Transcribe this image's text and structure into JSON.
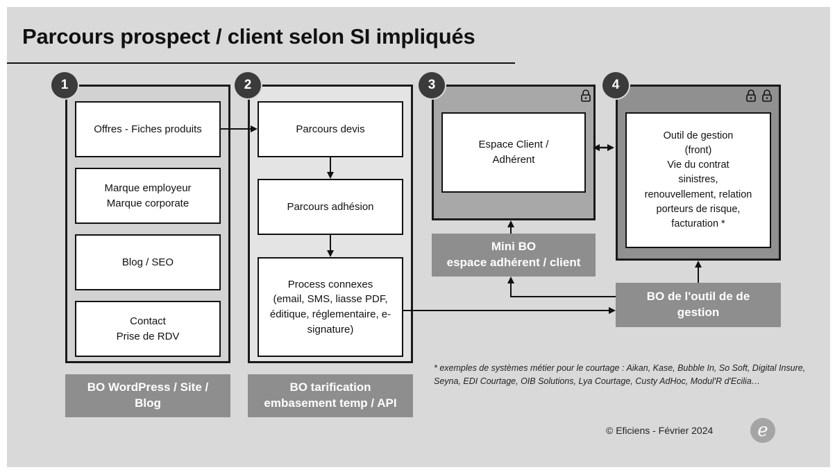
{
  "title": "Parcours prospect / client selon SI impliqués",
  "columns": [
    {
      "number": "1",
      "items": [
        "Offres - Fiches produits",
        "Marque employeur\nMarque corporate",
        "Blog / SEO",
        "Contact\nPrise de RDV"
      ],
      "bo_label": "BO WordPress / Site /\nBlog"
    },
    {
      "number": "2",
      "items": [
        "Parcours devis",
        "Parcours adhésion",
        "Process connexes\n(email, SMS, liasse PDF,\néditique, réglementaire, e-\nsignature)"
      ],
      "bo_label": "BO tarification\nembasement temp / API"
    },
    {
      "number": "3",
      "items": [
        "Espace Client /\nAdhérent"
      ],
      "bo_label": "Mini BO\nespace adhérent / client",
      "locks": 1
    },
    {
      "number": "4",
      "items": [
        "Outil de gestion\n(front)\nVie du contrat\nsinistres,\nrenouvellement, relation\nporteurs de risque,\nfacturation *"
      ],
      "bo_label": "BO de l'outil de de\ngestion",
      "locks": 2
    }
  ],
  "footnote": "* exemples de systèmes métier pour le courtage : Aikan, Kase, Bubble In, So Soft, Digital Insure, Seyna, EDI Courtage, OIB Solutions, Lya Courtage, Custy AdHoc, Modul'R d'Ecilia…",
  "copyright": "© Eficiens - Février 2024",
  "logo_letter": "e",
  "colors": {
    "background": "#d9d9d9",
    "dark": "#1a1a1a",
    "bo_gray": "#8e8e8e"
  }
}
